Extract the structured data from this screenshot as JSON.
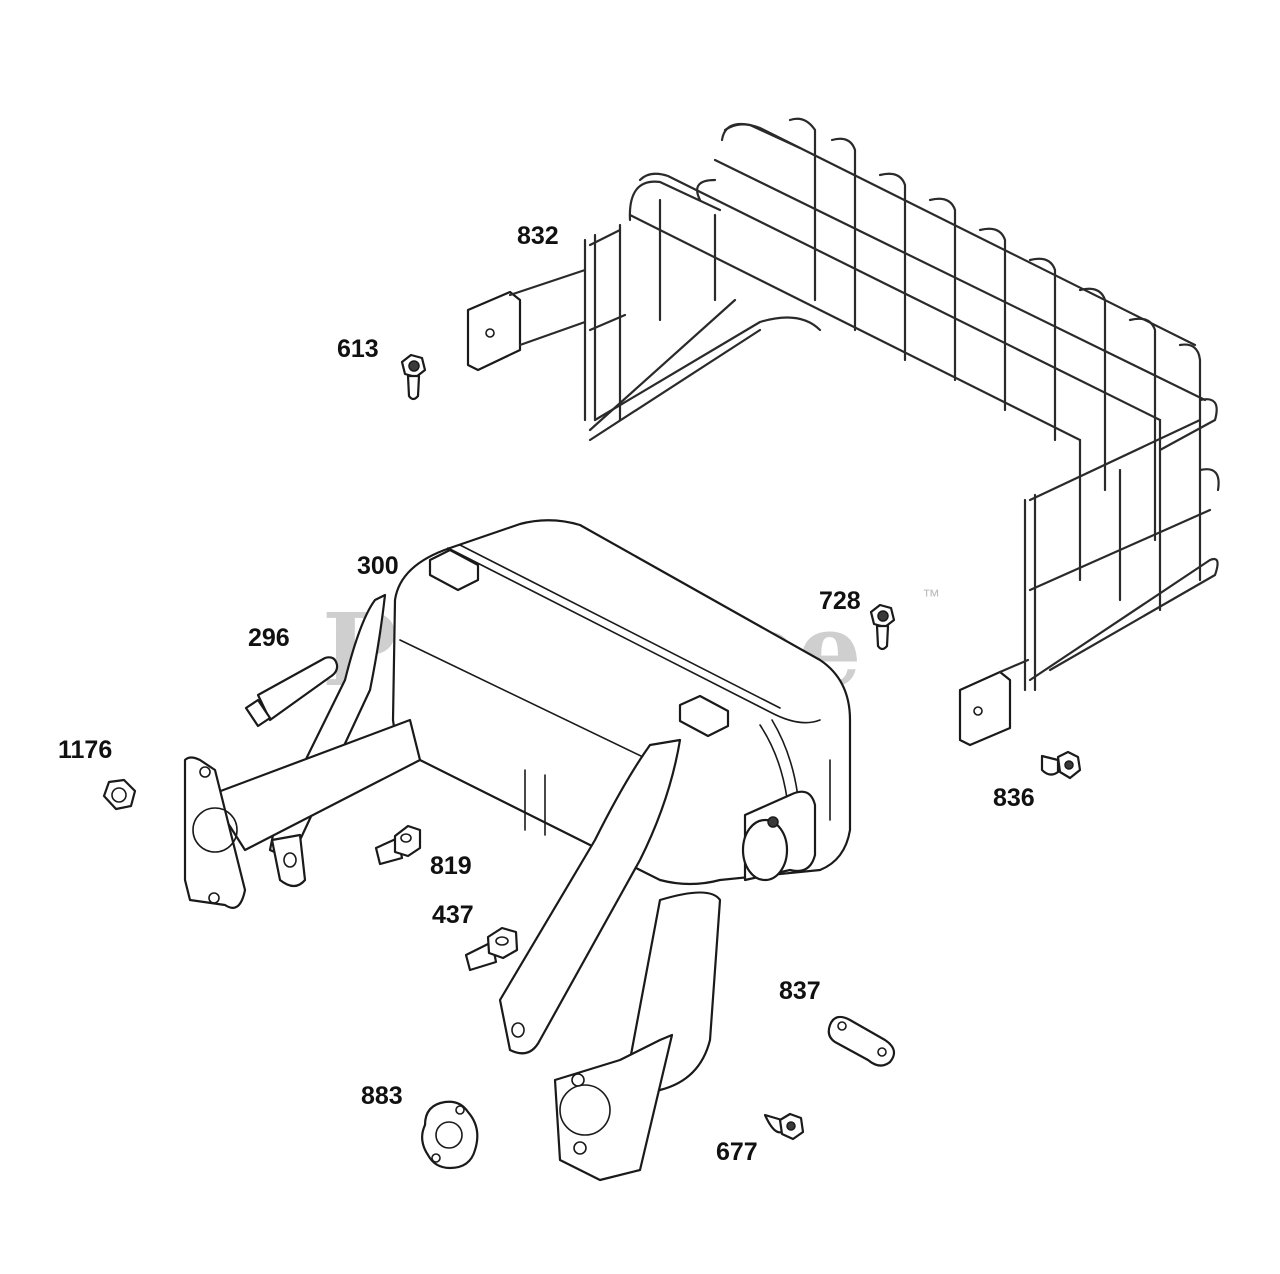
{
  "watermark": {
    "text": "PartsTree",
    "trademark": "™"
  },
  "callouts": {
    "p832": "832",
    "p613": "613",
    "p300": "300",
    "p296": "296",
    "p728": "728",
    "p1176": "1176",
    "p836": "836",
    "p819": "819",
    "p437": "437",
    "p837": "837",
    "p883": "883",
    "p677": "677"
  }
}
